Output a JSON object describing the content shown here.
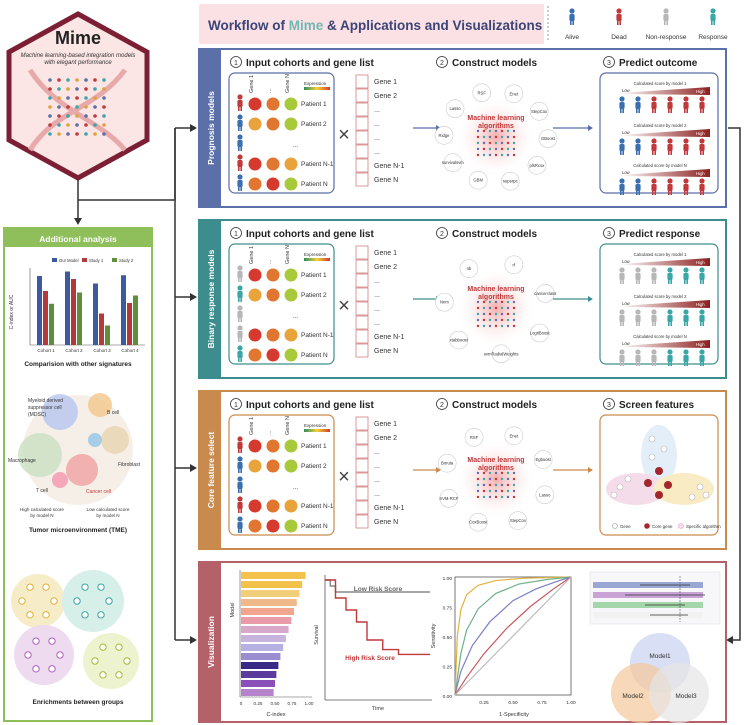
{
  "mime": {
    "title": "Mime",
    "subtitle_line1": "Machine learning-based integration models",
    "subtitle_line2": "with elegant performance"
  },
  "header": {
    "title_part1": "Workflow of ",
    "title_mime": "Mime",
    "title_part2": " & Applications and Visualizations",
    "legend": [
      {
        "label": "Alive",
        "color": "#3a6fb0"
      },
      {
        "label": "Dead",
        "color": "#c0393b"
      },
      {
        "label": "Non-response",
        "color": "#b7b7b7"
      },
      {
        "label": "Response",
        "color": "#3aa6a6"
      }
    ]
  },
  "colors": {
    "prognosis": "#5b6fa8",
    "binary": "#3e8d8e",
    "core": "#c98a4e",
    "visual": "#b5616a",
    "additional": "#8fbf5a"
  },
  "step_labels": {
    "input": "Input cohorts and gene list",
    "construct": "Construct models",
    "predict_outcome": "Predict outcome",
    "predict_response": "Predict response",
    "screen": "Screen features"
  },
  "step_numbers": [
    "1",
    "2",
    "3"
  ],
  "sections": {
    "prognosis": "Prognosis models",
    "binary": "Binary response models",
    "core": "Core feature select",
    "visual": "Visualization"
  },
  "matrix": {
    "col_headers": [
      "Gene 1",
      "...",
      "Gene N"
    ],
    "expression": "Expression",
    "patients": [
      "Patient 1",
      "Patient 2",
      "...",
      "Patient N-1",
      "Patient N"
    ],
    "genes": [
      "Gene 1",
      "Gene 2",
      "...",
      "...",
      "...",
      "...",
      "Gene N-1",
      "Gene N"
    ],
    "times": "×"
  },
  "ml": {
    "label_line1": "Machine learning",
    "label_line2": "algorithms",
    "prognosis_algos": [
      "Enet",
      "StepCox",
      "GBoost",
      "plsRcox",
      "superpc",
      "GBM",
      "survivalsvm",
      "Ridge",
      "Lasso",
      "RSF"
    ],
    "binary_algos": [
      "rf",
      "cancerclass",
      "LogitBoost",
      "svmRadialWeights",
      "xtabboost",
      "Nnm",
      "nb"
    ],
    "core_algos": [
      "Enet",
      "Egboost",
      "Lasso",
      "StepCox",
      "CoxBoost",
      "SVM-RCF",
      "Boruta",
      "RSF"
    ]
  },
  "predict": {
    "low": "Low",
    "high": "High",
    "score1": "Calculated score by model 1",
    "score2": "Calculated score by model 2",
    "scoreN": "Calculated score by model N"
  },
  "screen_legend": [
    "Gene",
    "Core gene",
    "Specific algorithm"
  ],
  "additional": {
    "title": "Additional analysis",
    "chart_legend": [
      "Our Model",
      "Study 1",
      "Study 2"
    ],
    "ylabel": "C-index or AUC",
    "cohorts": [
      "Cohort 1",
      "Cohort 2",
      "Cohort 3",
      "Cohort 4"
    ],
    "caption1": "Comparision with other signatures",
    "tme_labels": [
      "Myeloid derived suppressor cell (MDSC)",
      "B cell",
      "Macrophage",
      "Fibroblast",
      "T cell",
      "Cancer cell"
    ],
    "high_score": "High calculated score by model N",
    "low_score": "Low calculated score by model N",
    "caption2": "Tumor microenvironment (TME)",
    "caption3": "Enrichments between groups"
  },
  "visual": {
    "bar_ylabel": "Model",
    "bar_xlabel": "C-index",
    "bar_ticks": [
      "0",
      "0.25",
      "0.50",
      "0.75",
      "1.00"
    ],
    "km_ylabel": "Survival",
    "km_xlabel": "Time",
    "km_low": "Low Risk Score",
    "km_high": "High Risk Score",
    "roc_ylabel": "Sensitivity",
    "roc_xlabel": "1-Specificity",
    "roc_yticks": [
      "1.00",
      "0.75",
      "0.50",
      "0.25",
      "0.00"
    ],
    "roc_xticks": [
      "0.25",
      "0.50",
      "0.75",
      "1.00"
    ],
    "venn": [
      "Model1",
      "Model2",
      "Model3"
    ]
  },
  "chart_data": [
    {
      "type": "bar",
      "categories": [
        "Cohort 1",
        "Cohort 2",
        "Cohort 3",
        "Cohort 4"
      ],
      "series": [
        {
          "name": "Our Model",
          "values": [
            0.92,
            0.98,
            0.82,
            0.93
          ]
        },
        {
          "name": "Study 1",
          "values": [
            0.72,
            0.88,
            0.42,
            0.56
          ]
        },
        {
          "name": "Study 2",
          "values": [
            0.55,
            0.7,
            0.26,
            0.66
          ]
        }
      ],
      "ylabel": "C-index or AUC"
    },
    {
      "type": "bar",
      "orientation": "horizontal",
      "values": [
        0.95,
        0.9,
        0.86,
        0.82,
        0.78,
        0.74,
        0.7,
        0.66,
        0.62,
        0.58,
        0.55,
        0.52,
        0.5,
        0.48
      ],
      "xlabel": "C-index",
      "ylabel": "Model",
      "xlim": [
        0,
        1
      ]
    },
    {
      "type": "line",
      "xlabel": "Time",
      "ylabel": "Survival",
      "series": [
        {
          "name": "Low Risk Score",
          "x": [
            0,
            5,
            5,
            10,
            10,
            100
          ],
          "y": [
            1.0,
            1.0,
            0.95,
            0.95,
            0.9,
            0.9
          ]
        },
        {
          "name": "High Risk Score",
          "x": [
            0,
            10,
            10,
            20,
            20,
            30,
            30,
            40,
            40,
            55,
            55,
            70,
            70,
            100
          ],
          "y": [
            1.0,
            1.0,
            0.85,
            0.85,
            0.75,
            0.75,
            0.65,
            0.65,
            0.5,
            0.5,
            0.42,
            0.42,
            0.38,
            0.38
          ]
        }
      ]
    },
    {
      "type": "line",
      "xlabel": "1-Specificity",
      "ylabel": "Sensitivity",
      "xlim": [
        0,
        1
      ],
      "ylim": [
        0,
        1
      ],
      "series": [
        {
          "x": [
            0,
            0.02,
            0.05,
            0.1,
            0.2,
            0.35,
            0.6,
            1.0
          ],
          "y": [
            0,
            0.5,
            0.72,
            0.85,
            0.93,
            0.97,
            0.99,
            1.0
          ],
          "color": "#e2b23a"
        },
        {
          "x": [
            0,
            0.05,
            0.1,
            0.2,
            0.35,
            0.55,
            0.8,
            1.0
          ],
          "y": [
            0,
            0.35,
            0.55,
            0.73,
            0.86,
            0.94,
            0.98,
            1.0
          ],
          "color": "#6fb08a"
        },
        {
          "x": [
            0,
            0.05,
            0.15,
            0.3,
            0.5,
            0.7,
            0.9,
            1.0
          ],
          "y": [
            0,
            0.2,
            0.42,
            0.62,
            0.8,
            0.9,
            0.97,
            1.0
          ],
          "color": "#7b7fc4"
        },
        {
          "x": [
            0,
            0.1,
            0.25,
            0.45,
            0.65,
            0.85,
            1.0
          ],
          "y": [
            0,
            0.15,
            0.35,
            0.57,
            0.75,
            0.9,
            1.0
          ],
          "color": "#c9565a"
        },
        {
          "x": [
            0,
            1.0
          ],
          "y": [
            0,
            1.0
          ],
          "color": "#bbbbbb"
        }
      ]
    }
  ]
}
